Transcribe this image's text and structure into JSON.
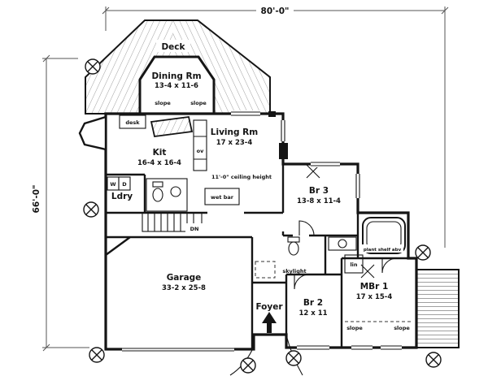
{
  "dimensions": {
    "width": "80'-0\"",
    "height": "66'-0\""
  },
  "rooms": {
    "deck": {
      "label": "Deck"
    },
    "dining": {
      "label": "Dining Rm",
      "size": "13-4 x 11-6"
    },
    "living": {
      "label": "Living Rm",
      "size": "17 x 23-4",
      "ceiling": "11'-0\" ceiling height"
    },
    "kitchen": {
      "label": "Kit",
      "size": "16-4 x 16-4"
    },
    "laundry": {
      "label": "Ldry"
    },
    "garage": {
      "label": "Garage",
      "size": "33-2 x 25-8"
    },
    "foyer": {
      "label": "Foyer"
    },
    "br2": {
      "label": "Br 2",
      "size": "12 x 11"
    },
    "br3": {
      "label": "Br 3",
      "size": "13-8 x 11-4"
    },
    "mbr1": {
      "label": "MBr 1",
      "size": "17 x 15-4"
    }
  },
  "annotations": {
    "slope": "slope",
    "desk": "desk",
    "oven": "ov",
    "down": "DN",
    "wet_bar": "wet bar",
    "skylight": "skylight",
    "plant_shelf": "plant shelf abv",
    "linen": "lin",
    "washer": "W",
    "dryer": "D"
  }
}
